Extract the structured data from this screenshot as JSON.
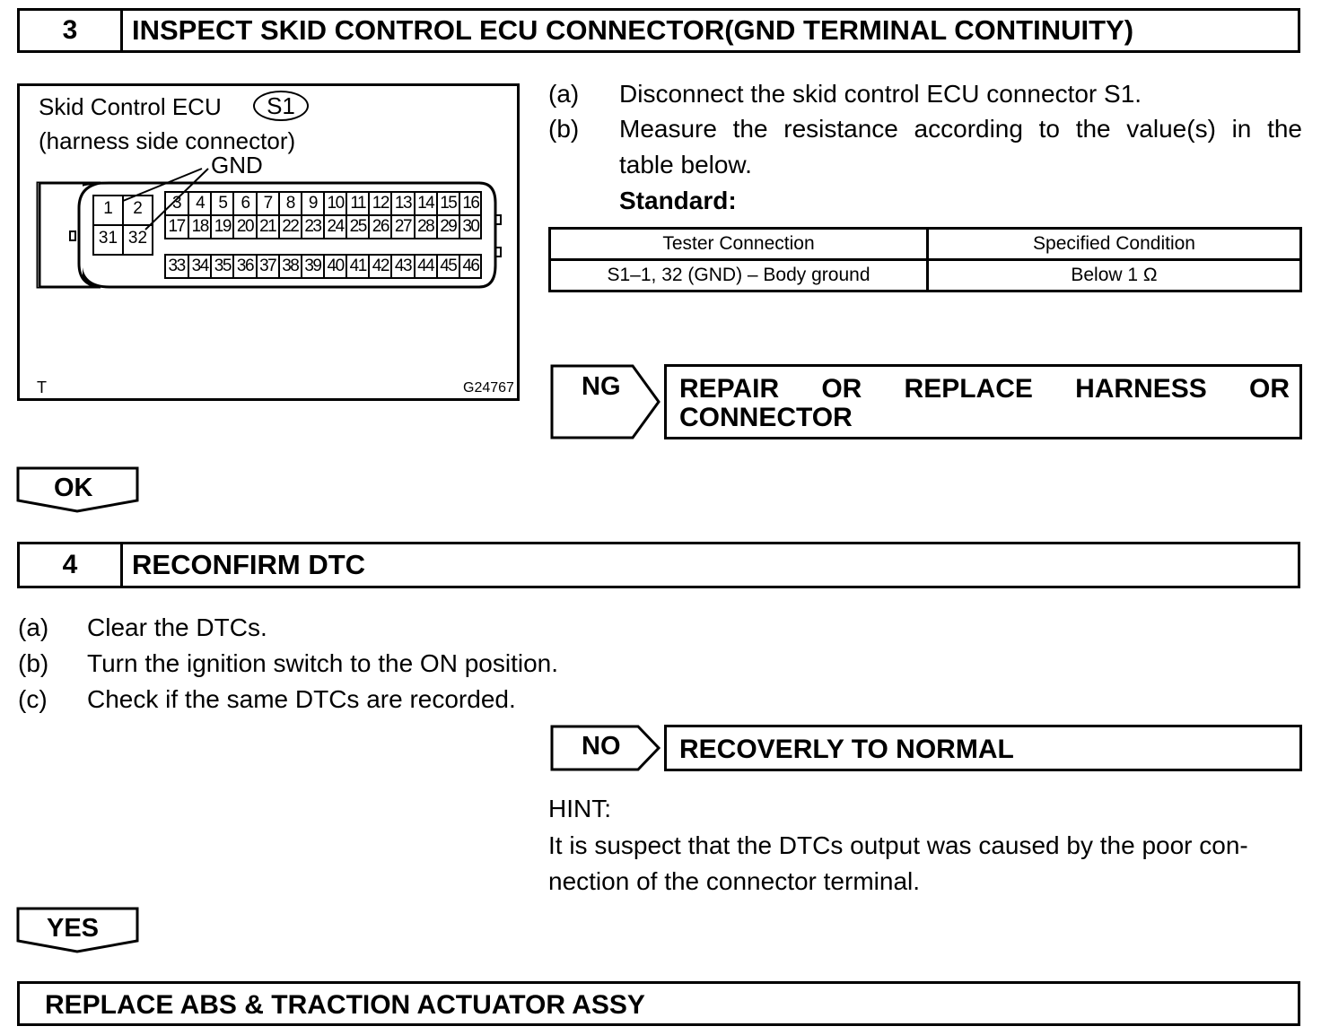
{
  "step3": {
    "number": "3",
    "title": "INSPECT SKID CONTROL ECU CONNECTOR(GND TERMINAL CONTINUITY)",
    "instructions": [
      {
        "label": "(a)",
        "text": "Disconnect the skid control ECU connector S1."
      },
      {
        "label": "(b)",
        "text_line1": "Measure the resistance according to the value(s) in the",
        "text_line2": "table below."
      }
    ],
    "standard_label": "Standard:",
    "table": {
      "headers": [
        "Tester Connection",
        "Specified Condition"
      ],
      "rows": [
        [
          "S1–1, 32 (GND) – Body ground",
          "Below 1 Ω"
        ]
      ]
    },
    "ng_tag": "NG",
    "ng_result_line1": [
      "REPAIR",
      "OR",
      "REPLACE",
      "HARNESS",
      "OR"
    ],
    "ng_result_line2": "CONNECTOR",
    "ok_tag": "OK"
  },
  "figure": {
    "title": "Skid Control ECU",
    "connector_id": "S1",
    "subtitle": "(harness side connector)",
    "gnd_label": "GND",
    "corner_left": "T",
    "figure_code": "G24767",
    "pins_left_top": [
      "1",
      "2"
    ],
    "pins_left_bottom": [
      "31",
      "32"
    ],
    "pins_row1": [
      "3",
      "4",
      "5",
      "6",
      "7",
      "8",
      "9",
      "10",
      "11",
      "12",
      "13",
      "14",
      "15",
      "16"
    ],
    "pins_row2": [
      "17",
      "18",
      "19",
      "20",
      "21",
      "22",
      "23",
      "24",
      "25",
      "26",
      "27",
      "28",
      "29",
      "30"
    ],
    "pins_row3": [
      "33",
      "34",
      "35",
      "36",
      "37",
      "38",
      "39",
      "40",
      "41",
      "42",
      "43",
      "44",
      "45",
      "46"
    ]
  },
  "step4": {
    "number": "4",
    "title": "RECONFIRM DTC",
    "instructions": [
      {
        "label": "(a)",
        "text": "Clear the DTCs."
      },
      {
        "label": "(b)",
        "text": "Turn the ignition switch to the ON position."
      },
      {
        "label": "(c)",
        "text": "Check if the same DTCs are recorded."
      }
    ],
    "no_tag": "NO",
    "no_result": "RECOVERLY TO NORMAL",
    "hint_label": "HINT:",
    "hint_line1": "It is suspect that the DTCs output was caused by the poor con-",
    "hint_line2": "nection of the connector terminal.",
    "yes_tag": "YES"
  },
  "final": {
    "text": "REPLACE ABS & TRACTION ACTUATOR ASSY"
  }
}
